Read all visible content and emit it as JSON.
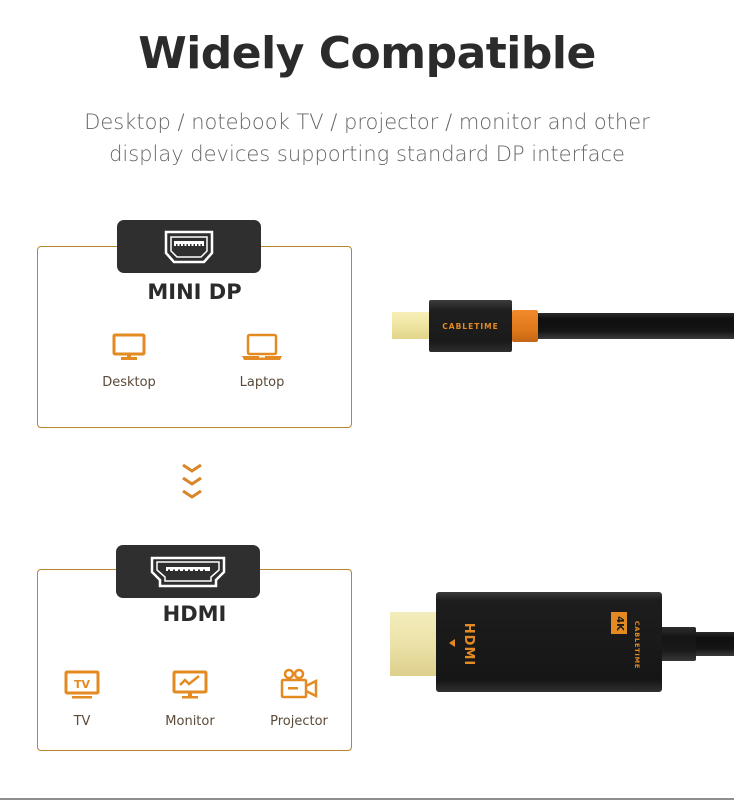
{
  "header": {
    "title": "Widely Compatible",
    "subtitle_line1": "Desktop / notebook TV / projector / monitor and other",
    "subtitle_line2": "display devices supporting standard DP interface"
  },
  "colors": {
    "accent": "#e48a22",
    "card_border": "#b8862c",
    "badge_bg": "#2f2f2f",
    "title": "#2b2b2b",
    "subtitle": "#666666"
  },
  "source_port": {
    "icon": "mini-displayport-icon",
    "label": "MINI DP",
    "devices": [
      {
        "icon": "desktop-icon",
        "label": "Desktop"
      },
      {
        "icon": "laptop-icon",
        "label": "Laptop"
      }
    ]
  },
  "flow_indicator": {
    "icon": "triple-chevron-down-icon"
  },
  "target_port": {
    "icon": "hdmi-port-icon",
    "label": "HDMI",
    "devices": [
      {
        "icon": "tv-icon",
        "label": "TV",
        "icon_text": "TV"
      },
      {
        "icon": "monitor-icon",
        "label": "Monitor"
      },
      {
        "icon": "projector-icon",
        "label": "Projector"
      }
    ]
  },
  "products": {
    "mini_dp_connector": {
      "brand": "CABLETIME"
    },
    "hdmi_connector": {
      "logo": "HDMI",
      "badge": "4K",
      "brand": "CABLETIME"
    }
  }
}
